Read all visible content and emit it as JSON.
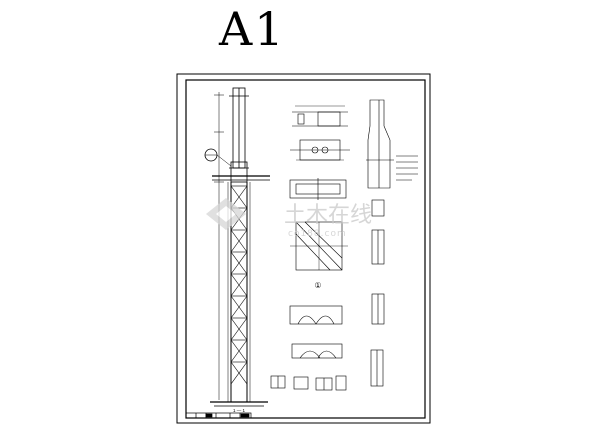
{
  "sheet_label": "A1",
  "watermark": {
    "name": "土木在线",
    "site": "co188.com",
    "color": "#c9c9c9"
  },
  "drawing": {
    "elevation_caption": "1 — 1",
    "detail_circle_number": "①"
  },
  "title_block": {
    "cells": [
      "",
      "",
      "",
      "",
      ""
    ]
  },
  "colors": {
    "ink": "#000000",
    "paper": "#ffffff"
  }
}
